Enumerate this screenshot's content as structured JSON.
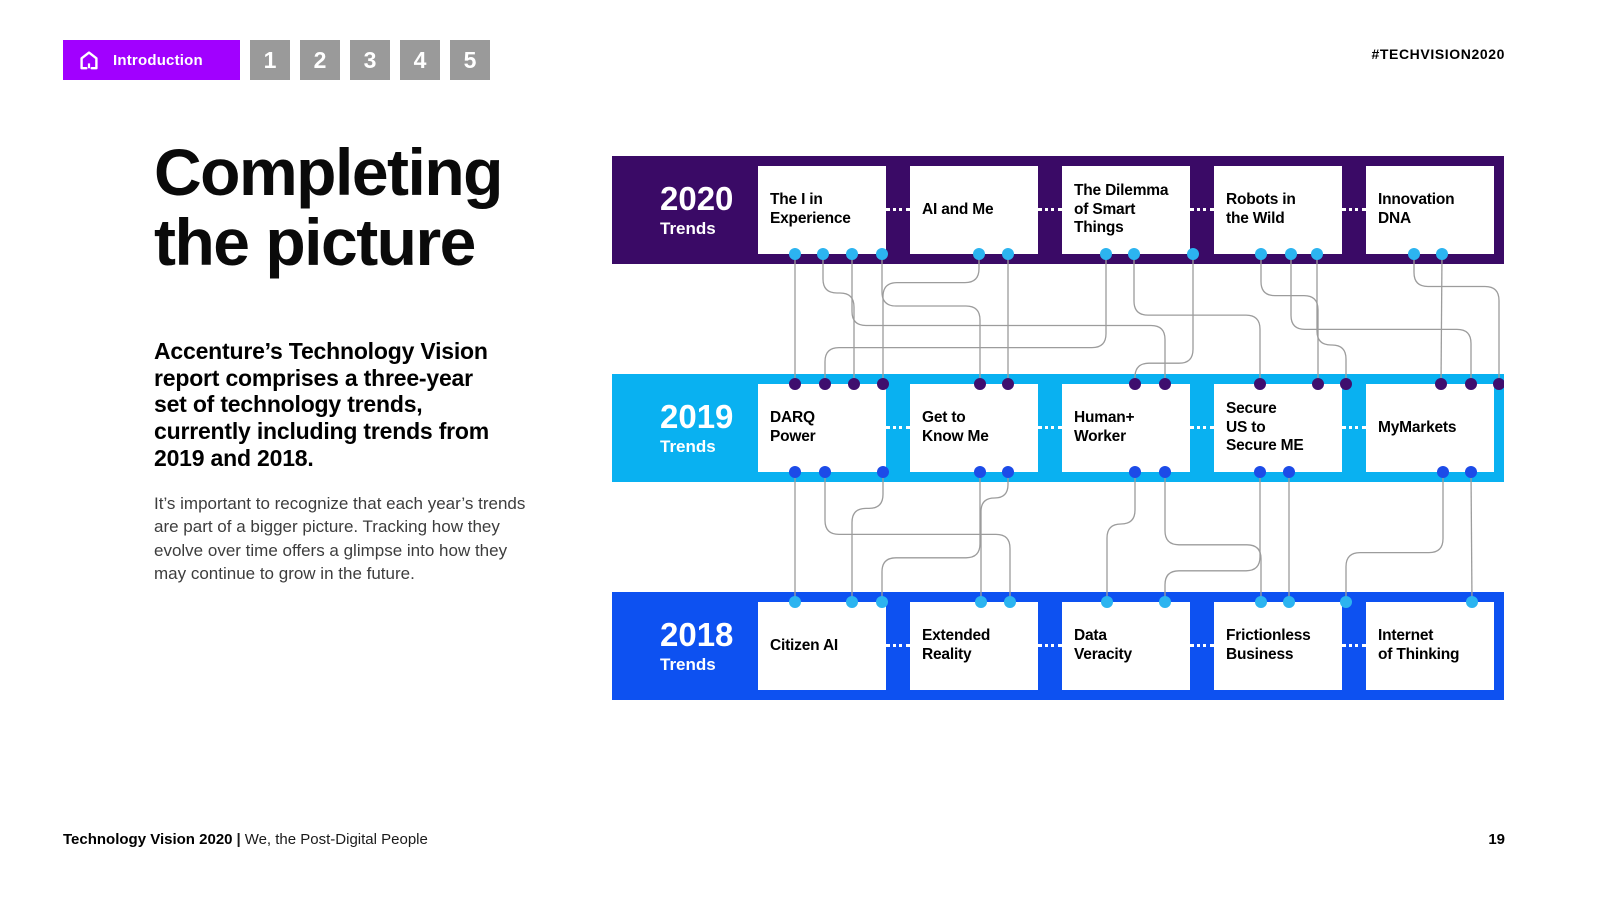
{
  "page": {
    "hashtag": "#TECHVISION2020",
    "footer_bold": "Technology Vision 2020",
    "footer_separator": "|",
    "footer_regular": "We, the Post-Digital People",
    "page_number": "19"
  },
  "nav": {
    "home_label": "Introduction",
    "pages": [
      "1",
      "2",
      "3",
      "4",
      "5"
    ]
  },
  "colors": {
    "accent_purple": "#a100ff",
    "nav_gray": "#9a9a9a"
  },
  "left": {
    "title": "Completing\nthe picture",
    "lead": "Accenture’s Technology Vision report comprises a three-year set of technology trends, currently including trends from 2019 and 2018.",
    "body": "It’s important to recognize that each year’s trends are part of a bigger picture. Tracking how they evolve over time offers a glimpse into how they may continue to grow in the future."
  },
  "diagram": {
    "rows": [
      {
        "year": "2020",
        "label": "Trends",
        "color": "#3a0a66",
        "cards": [
          "The I in\nExperience",
          "AI and Me",
          "The Dilemma\nof Smart\nThings",
          "Robots in\nthe Wild",
          "Innovation\nDNA"
        ]
      },
      {
        "year": "2019",
        "label": "Trends",
        "color": "#09b1f1",
        "cards": [
          "DARQ\nPower",
          "Get to\nKnow Me",
          "Human+\nWorker",
          "Secure\nUS to\nSecure ME",
          "MyMarkets"
        ]
      },
      {
        "year": "2018",
        "label": "Trends",
        "color": "#0d51f1",
        "cards": [
          "Citizen AI",
          "Extended\nReality",
          "Data\nVeracity",
          "Frictionless\nBusiness",
          "Internet\nof Thinking"
        ]
      }
    ],
    "colors": {
      "line": "#9c9c9c",
      "dot_cyan": "#2cb4f0",
      "dot_purple": "#3f0e6e",
      "dot_blue": "#1c4be8"
    },
    "links_2020_2019": [
      [
        183,
        183,
        0.5
      ],
      [
        211,
        242,
        0.3
      ],
      [
        240,
        553,
        0.55
      ],
      [
        270,
        368,
        0.4
      ],
      [
        367,
        271,
        0.22
      ],
      [
        396,
        396,
        0.5
      ],
      [
        494,
        213,
        0.72
      ],
      [
        522,
        648,
        0.47
      ],
      [
        581,
        523,
        0.84
      ],
      [
        649,
        706,
        0.32
      ],
      [
        679,
        859,
        0.58
      ],
      [
        705,
        734,
        0.7
      ],
      [
        802,
        887,
        0.25
      ],
      [
        830,
        829,
        0.5
      ]
    ],
    "links_2019_2018": [
      [
        183,
        183,
        0.5
      ],
      [
        213,
        398,
        0.48
      ],
      [
        271,
        240,
        0.28
      ],
      [
        368,
        270,
        0.66
      ],
      [
        396,
        369,
        0.2
      ],
      [
        523,
        495,
        0.4
      ],
      [
        553,
        649,
        0.56
      ],
      [
        648,
        553,
        0.76
      ],
      [
        677,
        677,
        0.5
      ],
      [
        831,
        734,
        0.62
      ],
      [
        859,
        860,
        0.5
      ]
    ]
  }
}
